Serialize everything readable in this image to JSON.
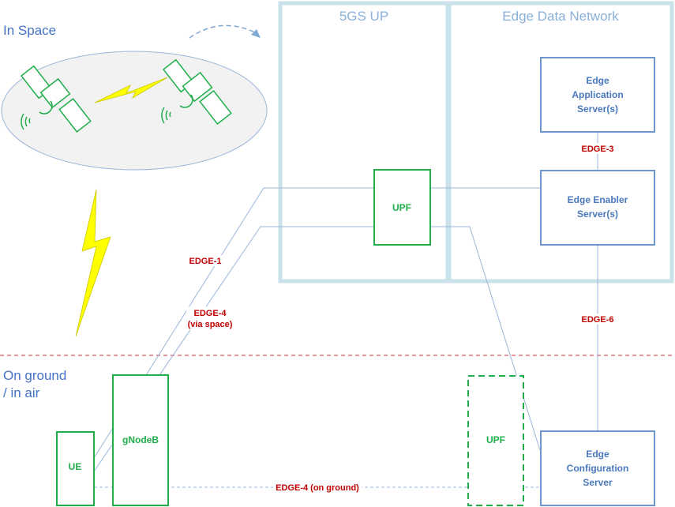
{
  "zones": {
    "space": "In Space",
    "ground_line1": "On ground",
    "ground_line2": "/ in air"
  },
  "regions": {
    "fivegs_up": "5GS UP",
    "edge_data_network": "Edge Data Network"
  },
  "nodes": {
    "eas": [
      "Edge",
      "Application",
      "Server(s)"
    ],
    "ees": [
      "Edge Enabler",
      "Server(s)"
    ],
    "ecs": [
      "Edge",
      "Configuration",
      "Server"
    ],
    "upf_space": "UPF",
    "upf_ground": "UPF",
    "ue": "UE",
    "gnodeb": "gNodeB"
  },
  "interfaces": {
    "edge1": "EDGE-1",
    "edge3": "EDGE-3",
    "edge4_space_l1": "EDGE-4",
    "edge4_space_l2": "(via space)",
    "edge6": "EDGE-6",
    "edge4_ground": "EDGE-4 (on ground)"
  },
  "colors": {
    "region_border": "#c9e2ea",
    "server_border": "#6f96cf",
    "green": "#1fae4a",
    "line": "#9ab6d8",
    "divider": "#d0303a",
    "lightning": "#ffff00"
  }
}
